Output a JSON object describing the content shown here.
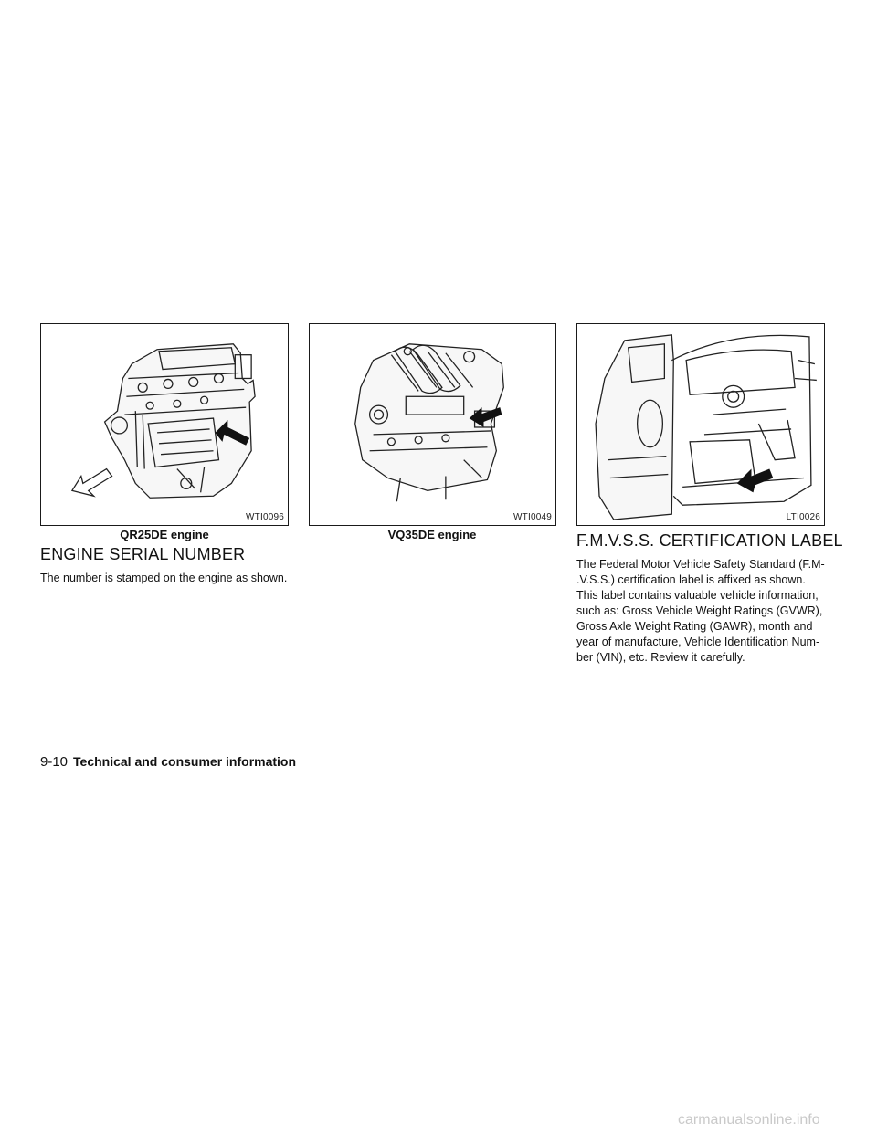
{
  "figures": [
    {
      "code": "WTI0096",
      "caption": "QR25DE engine"
    },
    {
      "code": "WTI0049",
      "caption": "VQ35DE engine"
    },
    {
      "code": "LTI0026",
      "caption": ""
    }
  ],
  "engine_section": {
    "heading": "ENGINE SERIAL NUMBER",
    "body": "The number is stamped on the engine as shown."
  },
  "fmvss_section": {
    "heading": "F.M.V.S.S. CERTIFICATION LABEL",
    "lines": [
      "The Federal Motor Vehicle Safety Standard (F.M-",
      ".V.S.S.) certification label is affixed as shown.",
      "This label contains valuable vehicle information,",
      "such as: Gross Vehicle Weight Ratings (GVWR),",
      "Gross Axle Weight Rating (GAWR), month and",
      "year of manufacture, Vehicle Identification Num-",
      "ber (VIN), etc. Review it carefully."
    ]
  },
  "footer": {
    "page_number": "9-10",
    "section_title": "Technical and consumer information"
  },
  "watermark": "carmanualsonline.info"
}
